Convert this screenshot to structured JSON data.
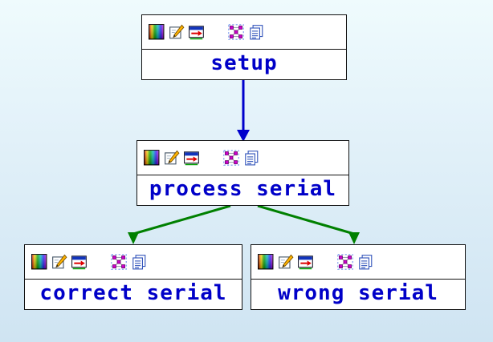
{
  "diagram": {
    "nodes": [
      {
        "id": "setup",
        "label": "setup"
      },
      {
        "id": "process-serial",
        "label": "process serial"
      },
      {
        "id": "correct-serial",
        "label": "correct serial"
      },
      {
        "id": "wrong-serial",
        "label": "wrong serial"
      }
    ],
    "edges": [
      {
        "from": "setup",
        "to": "process-serial",
        "color": "#0000cc"
      },
      {
        "from": "process-serial",
        "to": "correct-serial",
        "color": "#008000"
      },
      {
        "from": "process-serial",
        "to": "wrong-serial",
        "color": "#008000"
      }
    ],
    "node_toolbar_icons": [
      "palette-icon",
      "edit-icon",
      "run-window-icon",
      "flowchart-icon",
      "copy-icon"
    ],
    "colors": {
      "label_text": "#0000c8",
      "node_border": "#111111",
      "arrow_blue": "#0000cc",
      "arrow_green": "#008000",
      "background_top": "#effbfd",
      "background_bottom": "#cfe4f2"
    }
  }
}
